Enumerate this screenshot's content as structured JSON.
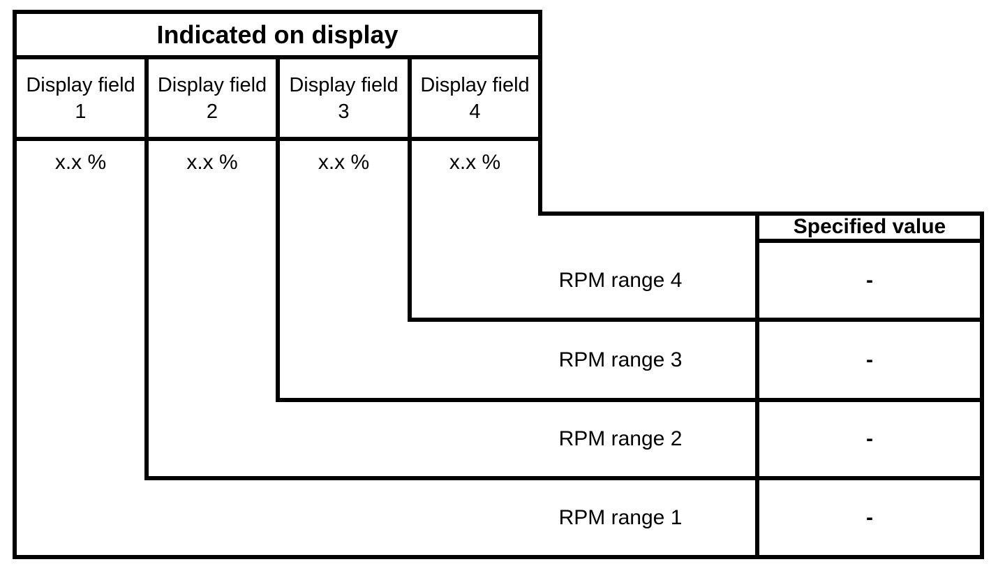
{
  "display_table": {
    "title": "Indicated on display",
    "fields": [
      {
        "label": "Display field",
        "number": "1",
        "value": "x.x %"
      },
      {
        "label": "Display field",
        "number": "2",
        "value": "x.x %"
      },
      {
        "label": "Display field",
        "number": "3",
        "value": "x.x %"
      },
      {
        "label": "Display field",
        "number": "4",
        "value": "x.x %"
      }
    ]
  },
  "specified_table": {
    "header": "Specified value",
    "rows": [
      {
        "label": "RPM range 4",
        "value": "-"
      },
      {
        "label": "RPM range 3",
        "value": "-"
      },
      {
        "label": "RPM range 2",
        "value": "-"
      },
      {
        "label": "RPM range 1",
        "value": "-"
      }
    ]
  },
  "colors": {
    "line": "#000000",
    "background": "#ffffff",
    "text": "#000000"
  }
}
